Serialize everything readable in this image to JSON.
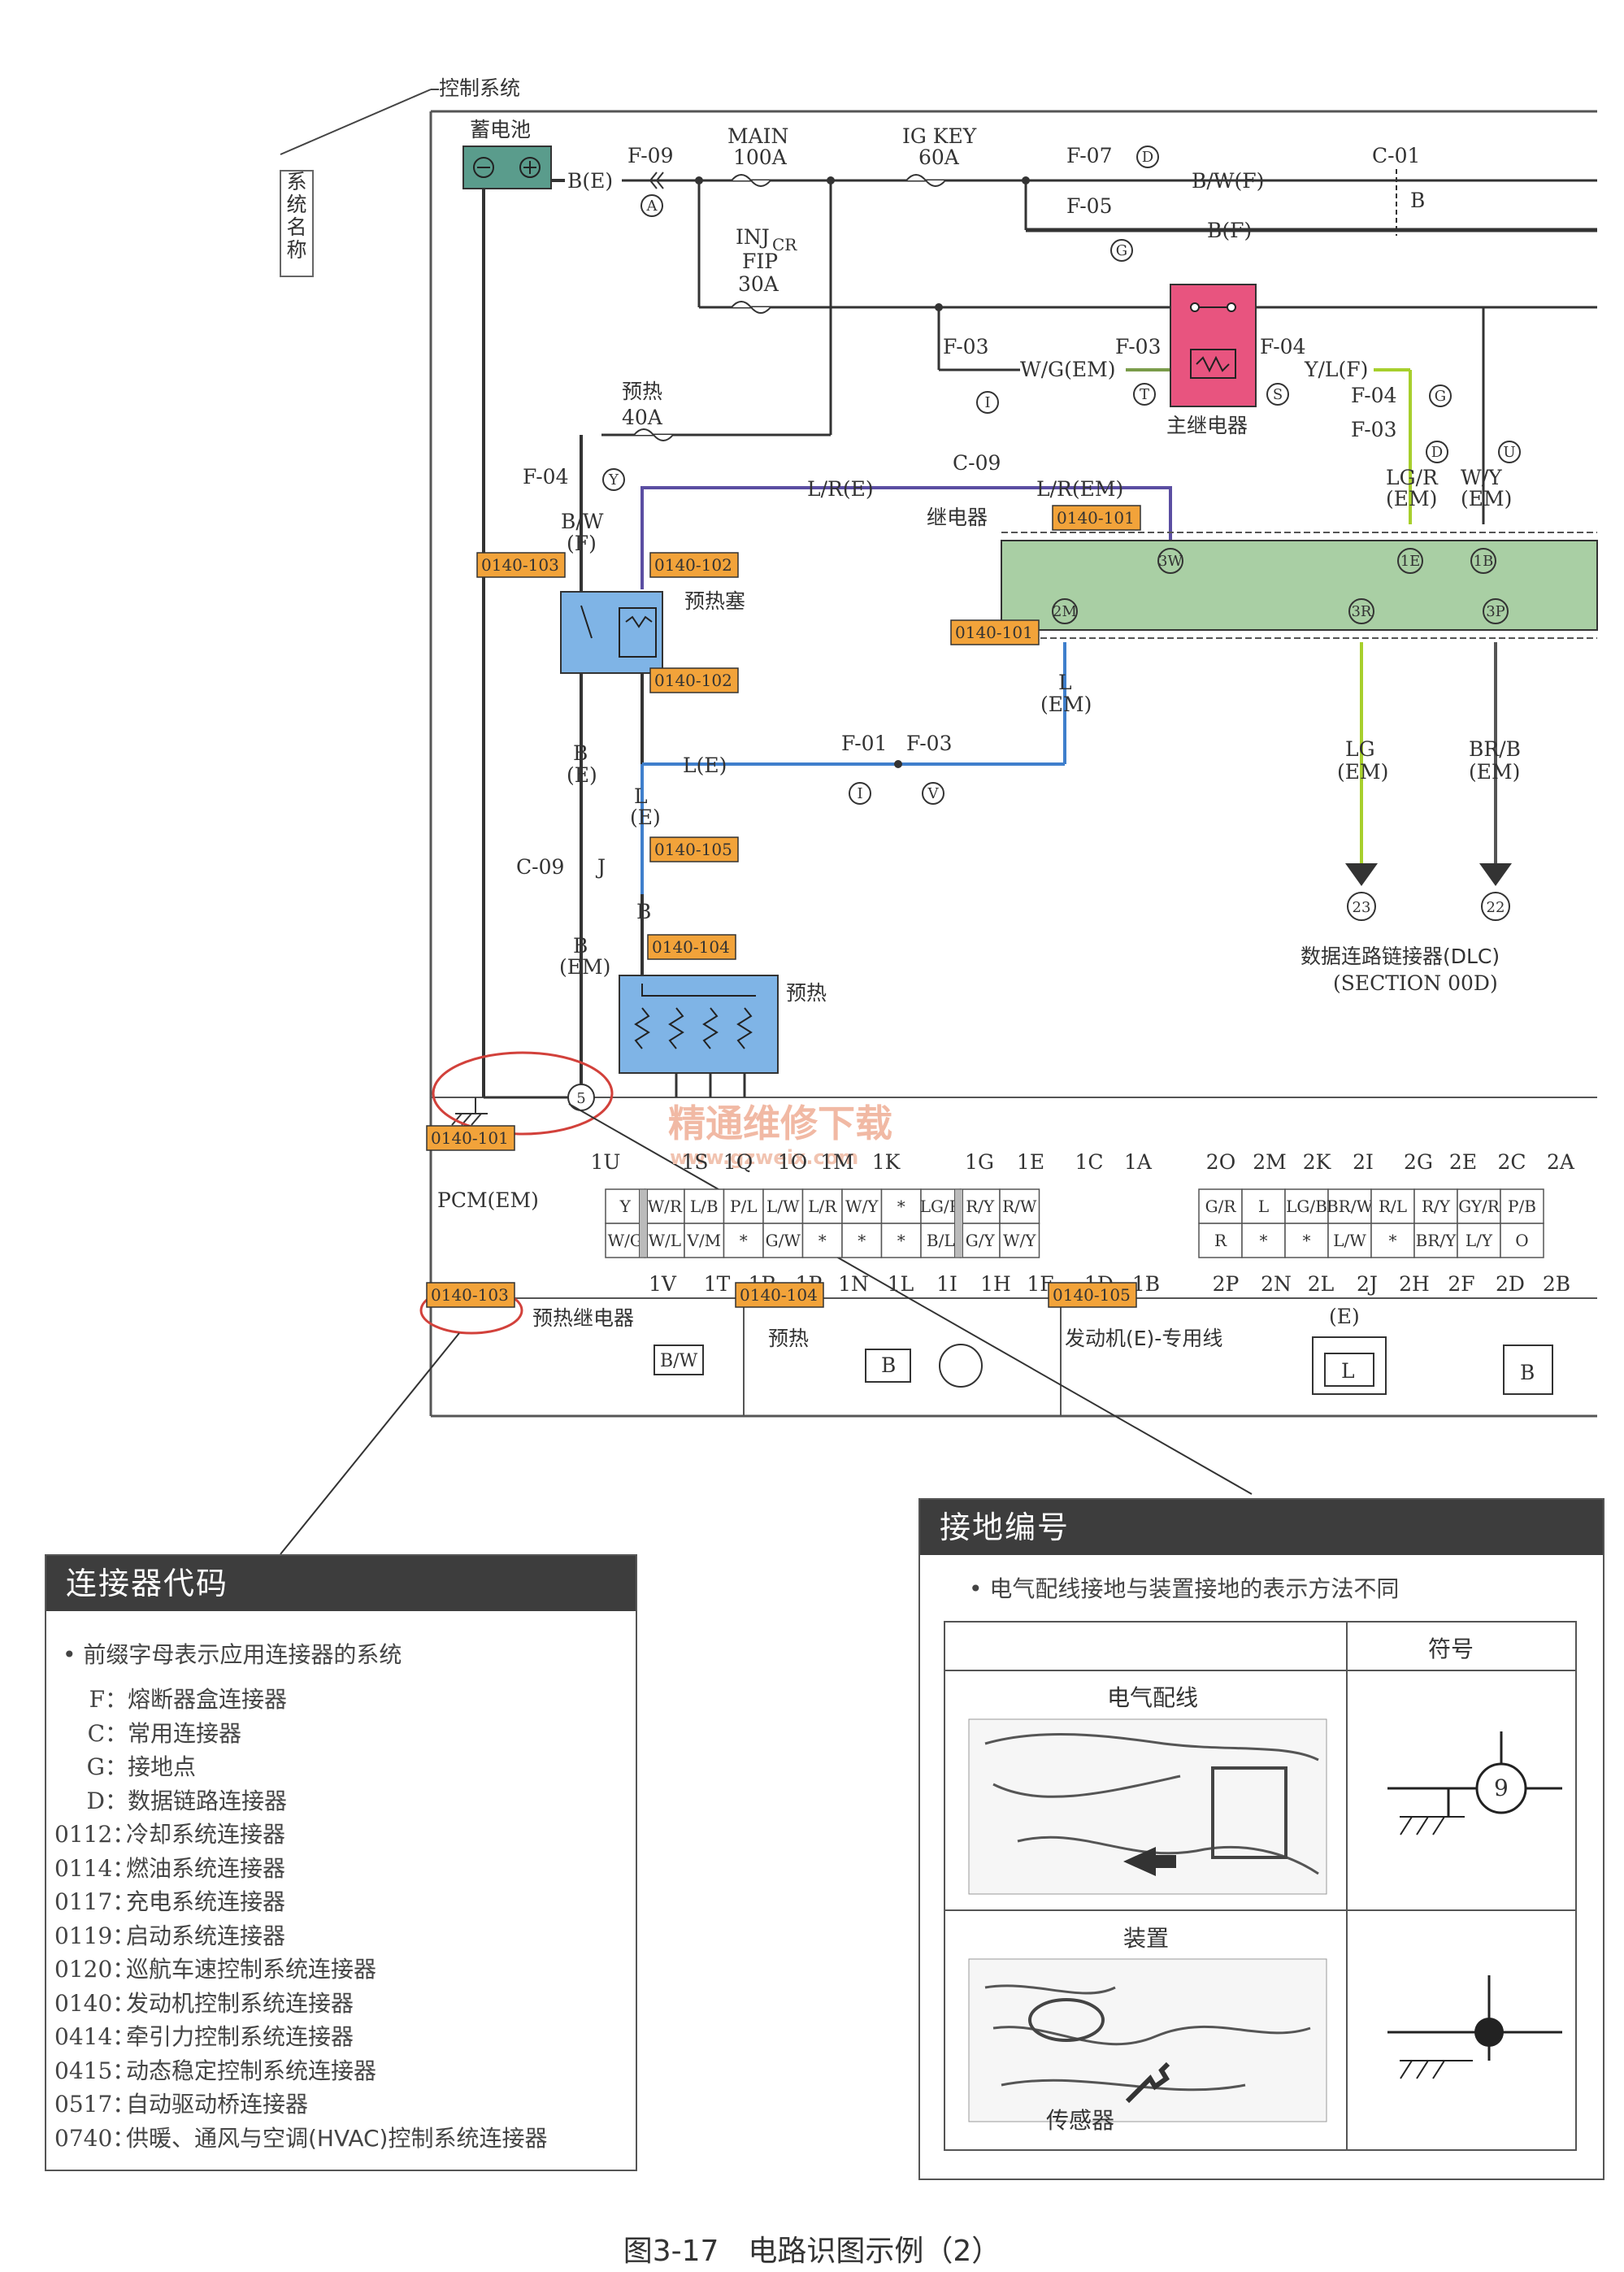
{
  "system_name_label": "系统名称",
  "system_title": "控制系统",
  "battery_label": "蓄电池",
  "wires": {
    "b_e": "B(E)",
    "f09": "F-09",
    "a": "A",
    "main": "MAIN",
    "main_a": "100A",
    "igkey": "IG KEY",
    "igkey_a": "60A",
    "f07": "F-07",
    "d": "D",
    "bw_f": "B/W(F)",
    "c01": "C-01",
    "b": "B",
    "f05": "F-05",
    "g": "G",
    "b_f": "B(F)",
    "inj": "INJ",
    "inj_sub": "CR",
    "fip": "FIP",
    "fip_a": "30A",
    "f03a": "F-03",
    "wg_em": "W/G(EM)",
    "i": "I",
    "f03b": "F-03",
    "t": "T",
    "f04a": "F-04",
    "s": "S",
    "yl_f": "Y/L(F)",
    "main_relay": "主继电器",
    "f04b": "F-04",
    "f03c": "F-03",
    "u": "U",
    "lgr": "LG/R",
    "wy": "W/Y",
    "em": "(EM)",
    "preheat": "预热",
    "preheat_a": "40A",
    "f04c": "F-04",
    "y": "Y",
    "bw": "B/W",
    "f": "(F)",
    "c09a": "C-09",
    "lr_e": "L/R(E)",
    "lr_em": "L/R(EM)",
    "relay": "继电器",
    "glow_plug": "预热塞",
    "b_lbl": "B",
    "e": "(E)",
    "l_e": "L(E)",
    "l": "L",
    "f01": "F-01",
    "f03d": "F-03",
    "v": "V",
    "c09b": "C-09",
    "j": "J",
    "em2": "(EM)",
    "preheat2": "预热",
    "pin3w": "3W",
    "pin1e": "1E",
    "pin1b": "1B",
    "pin2m": "2M",
    "pin3r": "3R",
    "pin3p": "3P",
    "lg": "LG",
    "brb": "BR/B",
    "n23": "23",
    "n22": "22",
    "dlc": "数据连路链接器(DLC)",
    "section": "(SECTION  00D)",
    "gnd5": "5"
  },
  "tags": [
    "0140-101",
    "0140-103",
    "0140-102",
    "0140-101",
    "0140-102",
    "0140-105",
    "0140-104",
    "0140-101",
    "0140-103",
    "0140-104",
    "0140-105"
  ],
  "watermark": {
    "cn": "精通维修下载",
    "url": "www.gzweix.com"
  },
  "pcm": {
    "label": "PCM(EM)",
    "top_pins": [
      "1U",
      "1S",
      "1Q",
      "1O",
      "1M",
      "1K",
      "1G",
      "1E",
      "1C",
      "1A",
      "2O",
      "2M",
      "2K",
      "2I",
      "2G",
      "2E",
      "2C",
      "2A"
    ],
    "bottom_pins": [
      "1V",
      "1T",
      "1R",
      "1P",
      "1N",
      "1L",
      "1I",
      "1H",
      "1F",
      "1D",
      "1B",
      "2P",
      "2N",
      "2L",
      "2J",
      "2H",
      "2F",
      "2D",
      "2B"
    ],
    "left_row1": [
      "Y",
      "W/R",
      "L/B",
      "P/L",
      "L/W",
      "L/R",
      "W/Y",
      "*",
      "LG/R",
      "R/Y",
      "R/W"
    ],
    "left_row2": [
      "W/G",
      "W/L",
      "V/M",
      "*",
      "G/W",
      "*",
      "*",
      "*",
      "B/L",
      "G/Y",
      "W/Y"
    ],
    "right_row1": [
      "G/R",
      "L",
      "LG/B",
      "BR/W",
      "R/L",
      "R/Y",
      "GY/R",
      "P/B"
    ],
    "right_row2": [
      "R",
      "*",
      "*",
      "L/W",
      "*",
      "BR/Y",
      "L/Y",
      "O"
    ]
  },
  "connectors": {
    "c103": "预热继电器",
    "c103_pin": "B/W",
    "c104": "预热",
    "c104_pin": "B",
    "c105": "发动机(E)-专用线",
    "c105_e": "(E)",
    "c105_l": "L",
    "c105_b": "B"
  },
  "connector_codes": {
    "title": "连接器代码",
    "note": "• 前缀字母表示应用连接器的系统",
    "items": [
      {
        "k": "F：",
        "v": "熔断器盒连接器"
      },
      {
        "k": "C：",
        "v": "常用连接器"
      },
      {
        "k": "G：",
        "v": "接地点"
      },
      {
        "k": "D：",
        "v": "数据链路连接器"
      },
      {
        "k": "0112：",
        "v": "冷却系统连接器"
      },
      {
        "k": "0114：",
        "v": "燃油系统连接器"
      },
      {
        "k": "0117：",
        "v": "充电系统连接器"
      },
      {
        "k": "0119：",
        "v": "启动系统连接器"
      },
      {
        "k": "0120：",
        "v": "巡航车速控制系统连接器"
      },
      {
        "k": "0140：",
        "v": "发动机控制系统连接器"
      },
      {
        "k": "0414：",
        "v": "牵引力控制系统连接器"
      },
      {
        "k": "0415：",
        "v": "动态稳定控制系统连接器"
      },
      {
        "k": "0517：",
        "v": "自动驱动桥连接器"
      },
      {
        "k": "0740：",
        "v": "供暖、通风与空调(HVAC)控制系统连接器"
      }
    ]
  },
  "ground_numbers": {
    "title": "接地编号",
    "note": "• 电气配线接地与装置接地的表示方法不同",
    "symbol_header": "符号",
    "row1": "电气配线",
    "row1_num": "9",
    "row2": "装置",
    "sensor": "传感器"
  },
  "caption": "图3-17　电路识图示例（2）",
  "colors": {
    "tag_orange": "#f2a33a",
    "ecu_green": "#a9cfa4",
    "relay_pink": "#e8547f",
    "box_blue": "#7fb4e6",
    "wire_purple": "#5b4ea2",
    "wire_blue": "#3f7fcc",
    "wire_lime": "#a7cf2c"
  }
}
